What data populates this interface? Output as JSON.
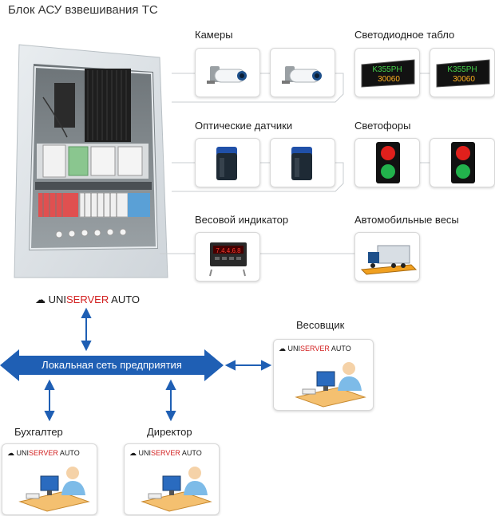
{
  "title": "Блок АСУ взвешивания ТС",
  "sections": {
    "cameras": "Камеры",
    "led_board": "Светодиодное табло",
    "optical_sensors": "Оптические датчики",
    "traffic_lights": "Светофоры",
    "weight_indicator": "Весовой индикатор",
    "truck_scales": "Автомобильные весы"
  },
  "led_board": {
    "line1": "K355PH",
    "line2": "30060"
  },
  "indicator_display": "7.4.4.6.8",
  "logo": {
    "prefix": "UNI",
    "highlight": "SERVER",
    "suffix": " AUTO"
  },
  "network_label": "Локальная сеть предприятия",
  "roles": {
    "weigher": "Весовщик",
    "accountant": "Бухгалтер",
    "director": "Директор"
  },
  "colors": {
    "arrow_blue": "#1f5fb4",
    "logo_red": "#d21f1f",
    "signal_red": "#e0201c",
    "signal_green": "#22b24c",
    "led_green": "#45d14a",
    "led_amber": "#ffb020"
  }
}
